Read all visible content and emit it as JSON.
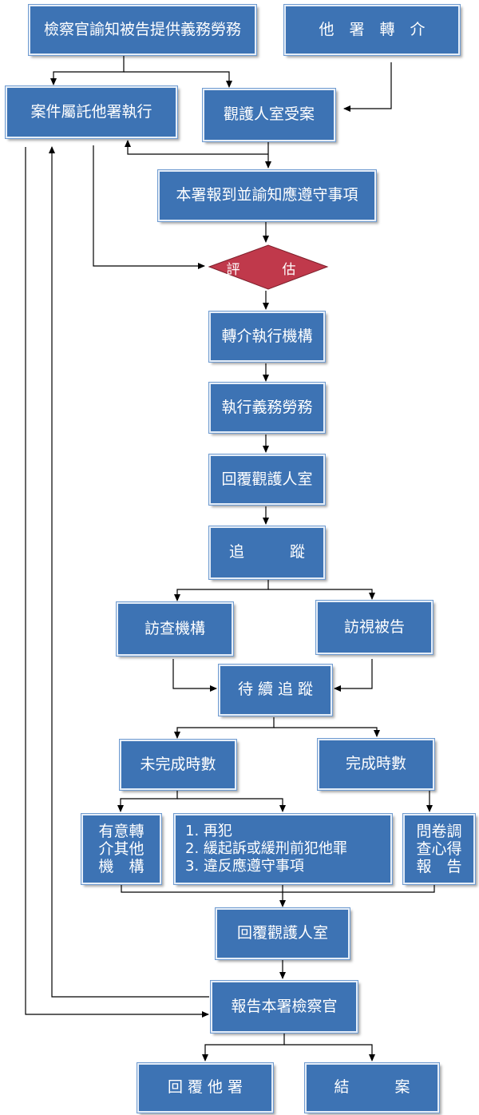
{
  "nodes": {
    "prosecutor_notice": "檢察官諭知被告提供義務勞務",
    "transfer_in": "他　署　轉　介",
    "entrust_other": "案件屬託他署執行",
    "receive_case": "觀護人室受案",
    "report_notice": "本署報到並諭知應遵守事項",
    "assess": "評　估",
    "refer_agency": "轉介執行機構",
    "perform_service": "執行義務勞務",
    "reply_office_1": "回覆觀護人室",
    "track": "追　　　蹤",
    "visit_agency": "訪查機構",
    "visit_defendant": "訪視被告",
    "follow_up": "待 續 追 蹤",
    "incomplete": "未完成時數",
    "complete": "完成時數",
    "other_agency_lines": [
      "有意轉",
      "介其他",
      "機　構"
    ],
    "violations": [
      "1.  再犯",
      "2.  緩起訴或緩刑前犯他罪",
      "3.  違反應遵守事項"
    ],
    "survey_lines": [
      "問卷調",
      "查心得",
      "報　告"
    ],
    "reply_office_2": "回覆觀護人室",
    "report_prosecutor": "報告本署檢察官",
    "reply_other": "回 覆 他 署",
    "close_case": "結　　　案"
  },
  "colors": {
    "box_fill": "#3d73b4",
    "box_text": "#ffffff",
    "diamond_fill": "#c0394b",
    "line": "#000000"
  }
}
